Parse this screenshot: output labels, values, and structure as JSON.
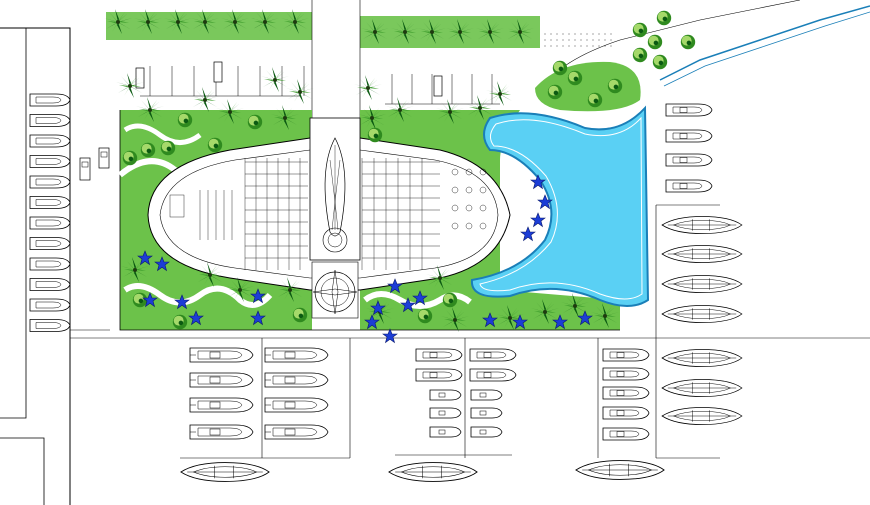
{
  "plan": {
    "colors": {
      "background": "#ffffff",
      "line": "#000000",
      "grass": "#6cc24a",
      "tree_dark": "#0b5a12",
      "tree_mid": "#2f8a1f",
      "tree_light": "#a5d96a",
      "pool": "#5ad0f4",
      "pool_edge": "#1a7fb8",
      "star": "#1c3dd6",
      "path": "#ffffff",
      "gravel": "#c8c8c8"
    },
    "icons": [
      "palm-tree-icon",
      "round-tree-icon",
      "star-shrub-icon",
      "boat-icon",
      "car-icon",
      "compass-rose-icon",
      "shell-sculpture-icon"
    ],
    "boat_groups": [
      "left-marina-boats",
      "bottom-left-boats",
      "bottom-center-boats",
      "bottom-right-boats",
      "right-marina-boats",
      "bottom-sailboats"
    ]
  }
}
